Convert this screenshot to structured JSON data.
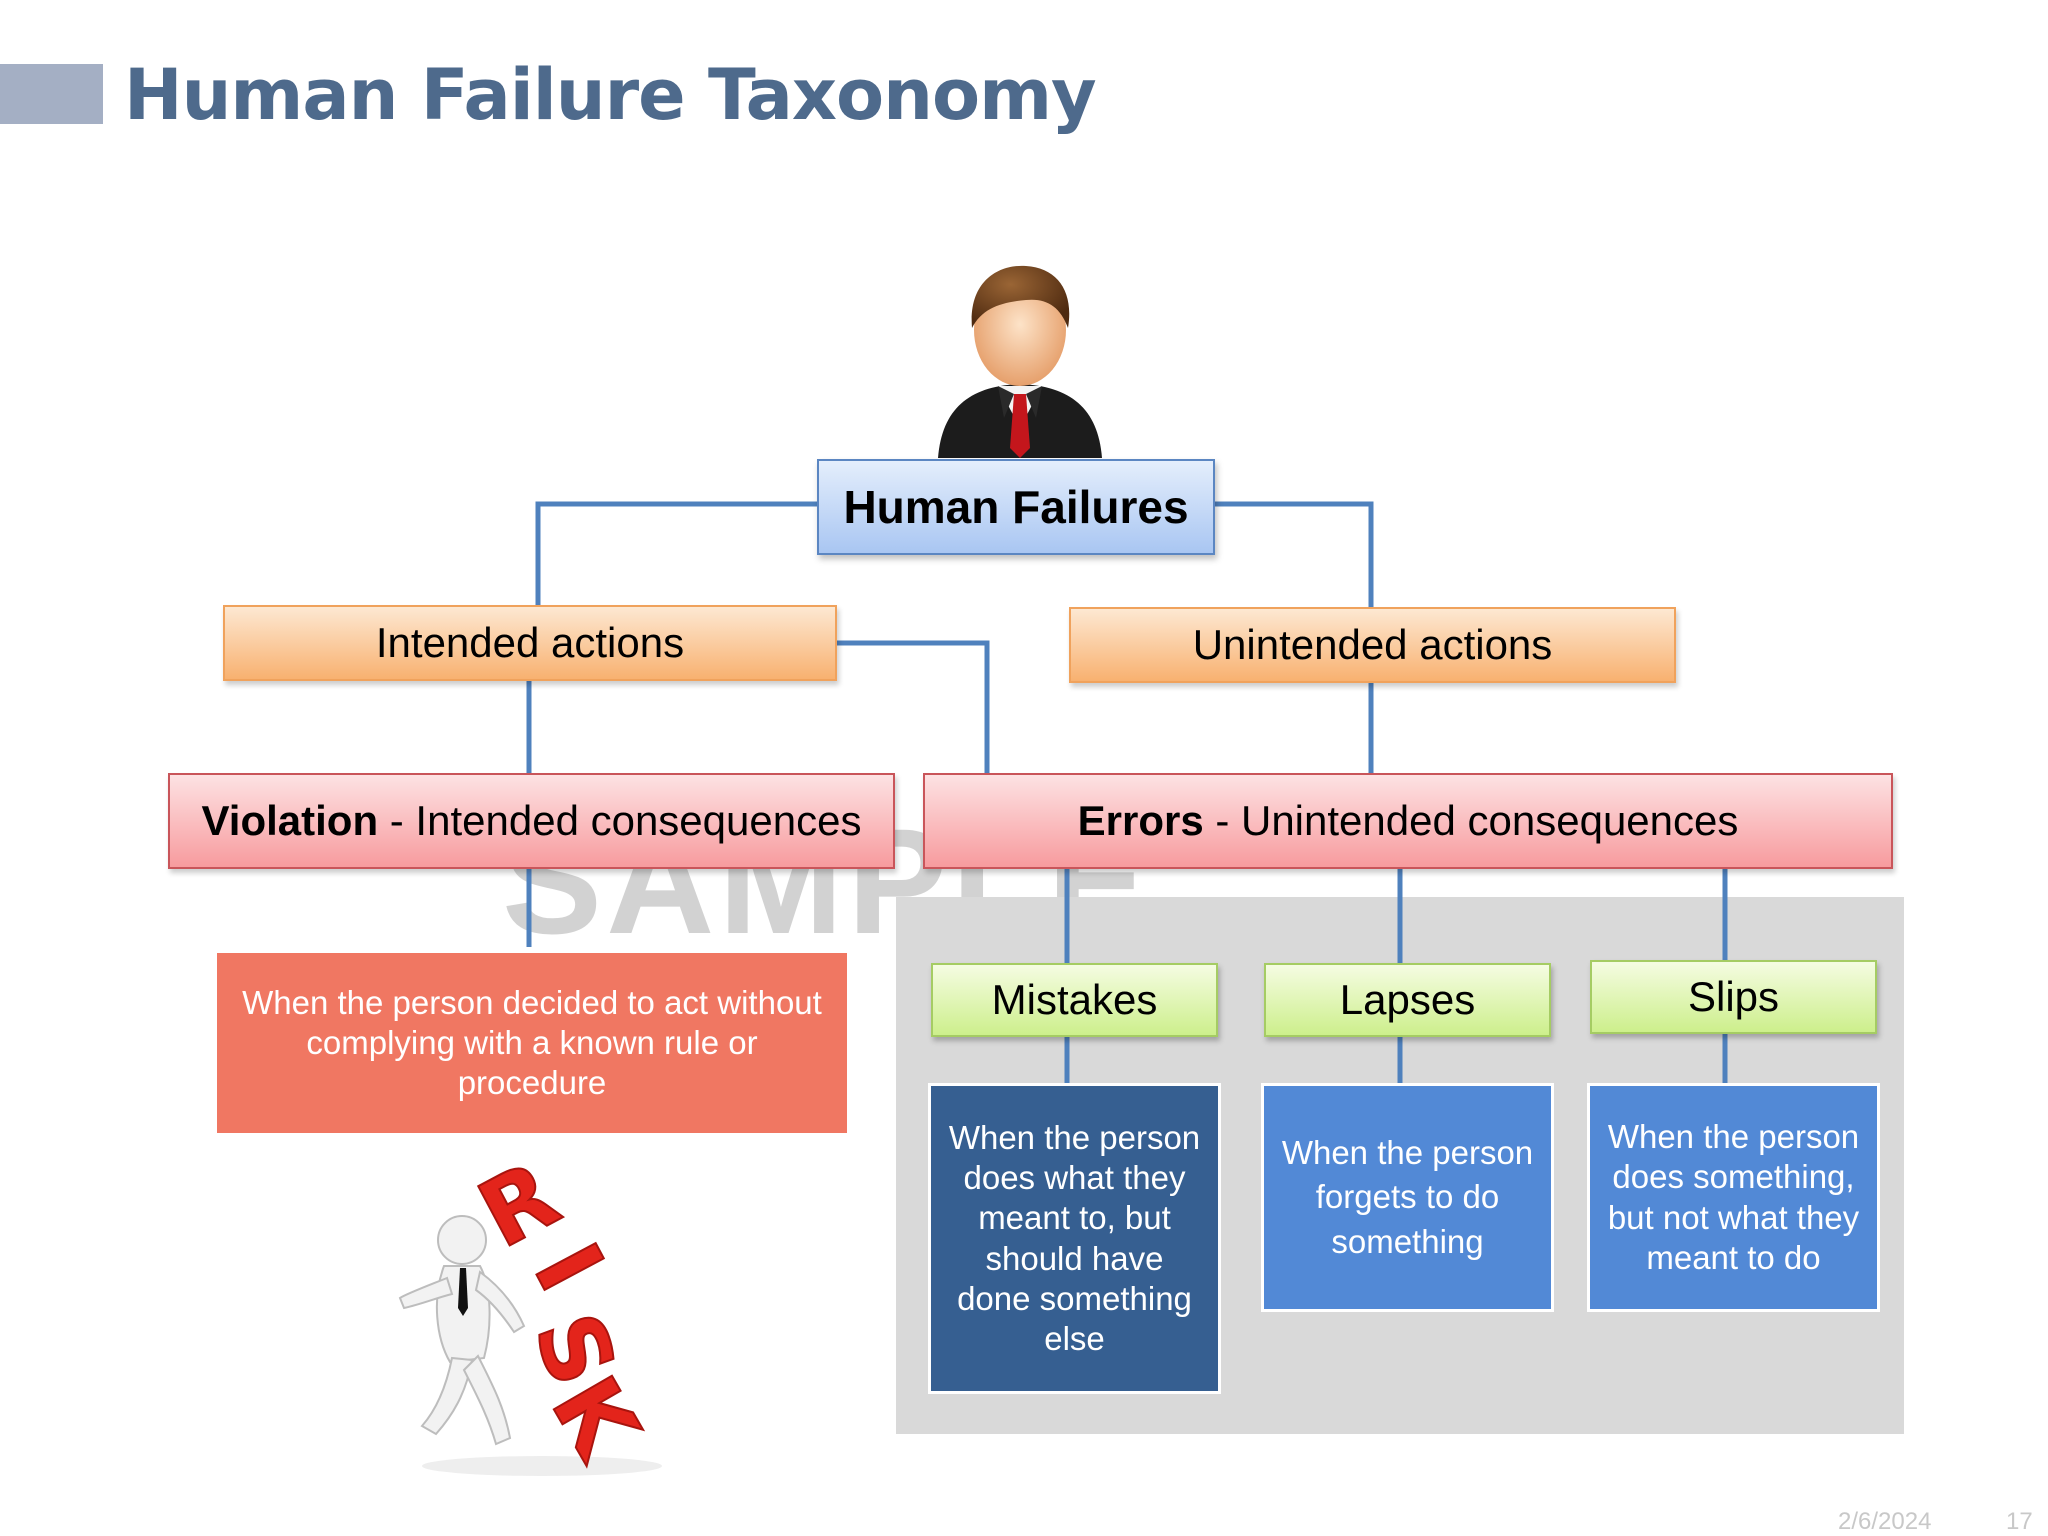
{
  "slide": {
    "title": "Human Failure Taxonomy",
    "footer_date": "2/6/2024",
    "footer_page": "17",
    "watermark": "SAMPLE"
  },
  "diagram": {
    "root": "Human Failures",
    "intended": "Intended actions",
    "unintended": "Unintended actions",
    "violation_bold": "Violation",
    "violation_rest": " - Intended consequences",
    "errors_bold": "Errors",
    "errors_rest": " - Unintended consequences",
    "violation_desc": "When the person decided to act without complying with a known rule or procedure",
    "mistakes": "Mistakes",
    "lapses": "Lapses",
    "slips": "Slips",
    "mistakes_desc": "When the person does what they meant to, but should have done something else",
    "lapses_desc": "When the person forgets to do something",
    "slips_desc": "When the person does something, but not what they meant to do",
    "risk_letters": [
      "R",
      "I",
      "S",
      "K"
    ]
  },
  "colors": {
    "connector": "#4f81bd",
    "title": "#4e6a8c",
    "violation_desc_bg": "#f07762",
    "mistakes_desc_bg": "#365f91",
    "lapses_slips_desc_bg": "#5289d6",
    "risk_red": "#e3241b"
  },
  "icons": {
    "top": "businessman-icon",
    "bottom": "risk-stumbling-figure-icon"
  }
}
